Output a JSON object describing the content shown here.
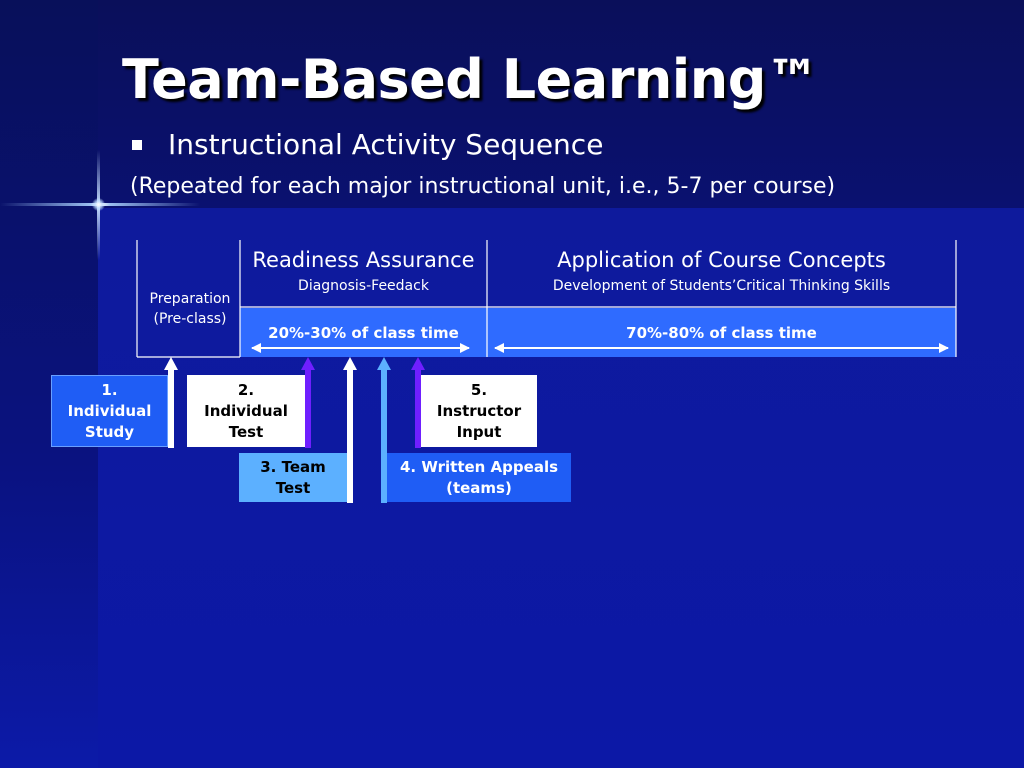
{
  "slide": {
    "title": "Team-Based Learning™",
    "bullet": "Instructional Activity Sequence",
    "subtext": "(Repeated for each major instructional unit, i.e., 5-7 per course)"
  },
  "diagram": {
    "preparation": {
      "line1": "Preparation",
      "line2": "(Pre-class)"
    },
    "readiness": {
      "title": "Readiness Assurance",
      "subtitle": "Diagnosis-Feedack",
      "time": "20%-30% of class time"
    },
    "application": {
      "title": "Application of Course Concepts",
      "subtitle": "Development of Students’Critical Thinking Skills",
      "time": "70%-80% of class time"
    },
    "steps": [
      {
        "label": "1.\nIndividual\nStudy",
        "style": "blue"
      },
      {
        "label": "2.\nIndividual\nTest",
        "style": "white"
      },
      {
        "label": "3. Team\nTest",
        "style": "lightblue"
      },
      {
        "label": "4. Written Appeals\n(teams)",
        "style": "blue"
      },
      {
        "label": "5.\nInstructor\nInput",
        "style": "white"
      }
    ]
  },
  "colors": {
    "background": "#0a1280",
    "band_blue": "#2f6bff",
    "box_blue": "#1f5df5",
    "box_lightblue": "#5cb0ff",
    "box_white": "#ffffff",
    "arrow_purple": "#6f1fff",
    "arrow_lightblue": "#5cb0ff",
    "arrow_white": "#ffffff"
  }
}
